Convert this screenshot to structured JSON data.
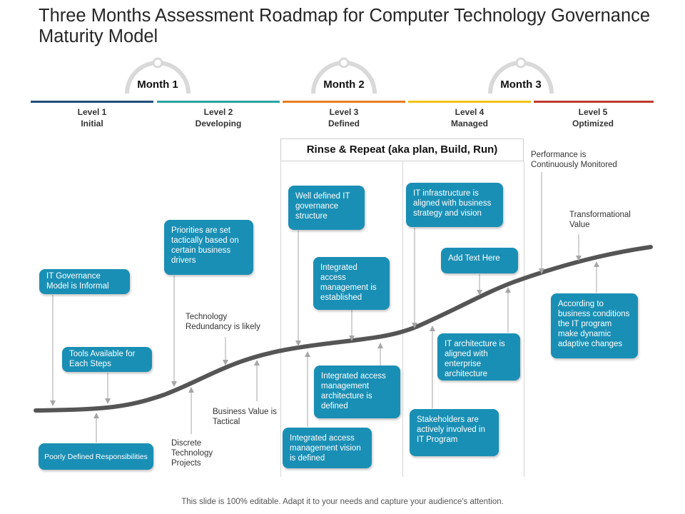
{
  "title": "Three Months Assessment Roadmap for Computer Technology Governance Maturity Model",
  "months": [
    {
      "label": "Month 1"
    },
    {
      "label": "Month 2"
    },
    {
      "label": "Month 3"
    }
  ],
  "levels": [
    {
      "line1": "Level 1",
      "line2": "Initial",
      "color": "#1f4e79"
    },
    {
      "line1": "Level 2",
      "line2": "Developing",
      "color": "#2aa3a0"
    },
    {
      "line1": "Level 3",
      "line2": "Defined",
      "color": "#e67e22"
    },
    {
      "line1": "Level 4",
      "line2": "Managed",
      "color": "#f1c40f"
    },
    {
      "line1": "Level 5",
      "line2": "Optimized",
      "color": "#c0392b"
    }
  ],
  "rinse_repeat": "Rinse & Repeat (aka plan, Build, Run)",
  "callouts": {
    "it_governance": "IT Governance Model is Informal",
    "tools": "Tools Available for Each Steps",
    "poorly_defined": "Poorly Defined Responsibilities",
    "priorities": "Priorities are set tactically based on certain business drivers",
    "well_defined": "Well defined IT governance structure",
    "integrated_established": "Integrated access management is established",
    "integrated_architecture": "Integrated access management architecture is defined",
    "integrated_vision": "Integrated access management vision is defined",
    "infra_aligned": "IT infrastructure is aligned with business strategy and vision",
    "add_text": "Add Text Here",
    "architecture_aligned": "IT architecture is aligned with enterprise architecture",
    "stakeholders": "Stakeholders are actively involved in IT Program",
    "according": "According to business conditions the IT program make dynamic adaptive changes"
  },
  "notes": {
    "tech_redundancy": "Technology Redundancy is likely",
    "business_value": "Business Value is Tactical",
    "discrete": "Discrete Technology Projects",
    "performance": "Performance is Continuously Monitored",
    "transformational": "Transformational Value"
  },
  "colors": {
    "callout": "#1a8fb5",
    "curve": "#555555",
    "arrow": "#a6a6a6"
  },
  "footer": "This slide is 100% editable. Adapt it to your needs and capture your audience's attention."
}
